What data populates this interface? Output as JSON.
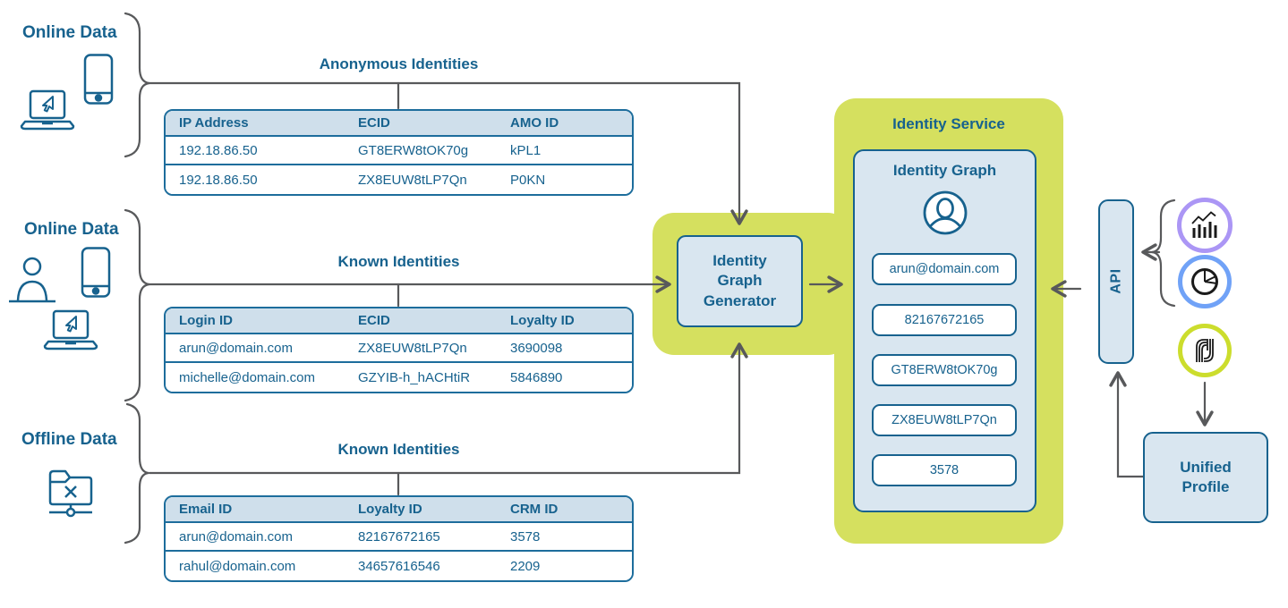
{
  "sources": [
    {
      "label": "Online Data"
    },
    {
      "label": "Online Data"
    },
    {
      "label": "Offline Data"
    }
  ],
  "tables": [
    {
      "title": "Anonymous Identities",
      "headers": [
        "IP Address",
        "ECID",
        "AMO ID"
      ],
      "rows": [
        [
          "192.18.86.50",
          "GT8ERW8tOK70g",
          "kPL1"
        ],
        [
          "192.18.86.50",
          "ZX8EUW8tLP7Qn",
          "P0KN"
        ]
      ]
    },
    {
      "title": "Known Identities",
      "headers": [
        "Login ID",
        "ECID",
        "Loyalty ID"
      ],
      "rows": [
        [
          "arun@domain.com",
          "ZX8EUW8tLP7Qn",
          "3690098"
        ],
        [
          "michelle@domain.com",
          "GZYIB-h_hACHtiR",
          "5846890"
        ]
      ]
    },
    {
      "title": "Known Identities",
      "headers": [
        "Email ID",
        "Loyalty ID",
        "CRM ID"
      ],
      "rows": [
        [
          "arun@domain.com",
          "82167672165",
          "3578"
        ],
        [
          "rahul@domain.com",
          "34657616546",
          "2209"
        ]
      ]
    }
  ],
  "generator": {
    "label": "Identity Graph Generator"
  },
  "identity_service": {
    "title": "Identity Service",
    "graph_title": "Identity Graph",
    "identities": [
      "arun@domain.com",
      "82167672165",
      "GT8ERW8tOK70g",
      "ZX8EUW8tLP7Qn",
      "3578"
    ]
  },
  "api": {
    "label": "API"
  },
  "unified_profile": {
    "label": "Unified Profile"
  },
  "consumer_icons": [
    "analytics-bar-chart",
    "pie-chart",
    "unified-profile-service"
  ],
  "colors": {
    "accent_blue": "#17628E",
    "table_border_blue": "#1d6d9c",
    "panel_green": "#d5e05f",
    "box_fill": "#d9e6f0",
    "table_header_fill": "#cfdfeb",
    "connector_gray": "#58595b",
    "ring_purple": "#ab96f5",
    "ring_blue": "#70a2f7",
    "ring_green": "#ccdd2d"
  }
}
